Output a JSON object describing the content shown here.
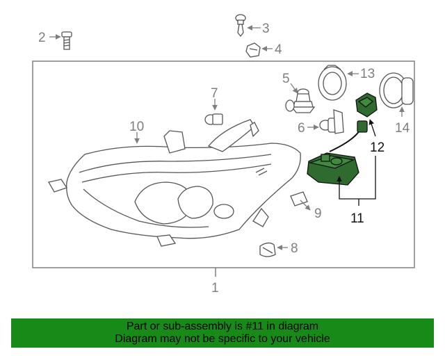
{
  "diagram": {
    "callouts": {
      "c1": "1",
      "c2": "2",
      "c3": "3",
      "c4": "4",
      "c5": "5",
      "c6": "6",
      "c7": "7",
      "c8": "8",
      "c9": "9",
      "c10": "10",
      "c11": "11",
      "c12": "12",
      "c13": "13",
      "c14": "14"
    },
    "highlight_color": "#2f6b2f",
    "banner_color": "#178a17"
  },
  "banner": {
    "line1": "Part or sub-assembly is #11 in diagram",
    "line2": "Diagram may not be specific to your vehicle"
  }
}
